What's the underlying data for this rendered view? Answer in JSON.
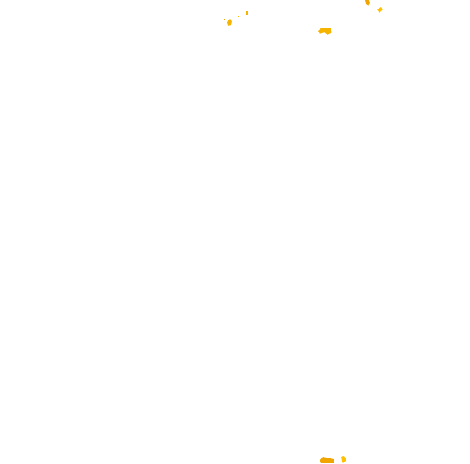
{
  "background_color": "#ffffff",
  "speck_colors": [
    "#f5b400",
    "#f0a500",
    "#ffc000"
  ],
  "speck_clusters": [
    {
      "name": "speck-cluster-top-left"
    },
    {
      "name": "speck-cluster-top-right"
    },
    {
      "name": "speck-cluster-top-middle"
    },
    {
      "name": "speck-cluster-bottom"
    }
  ]
}
